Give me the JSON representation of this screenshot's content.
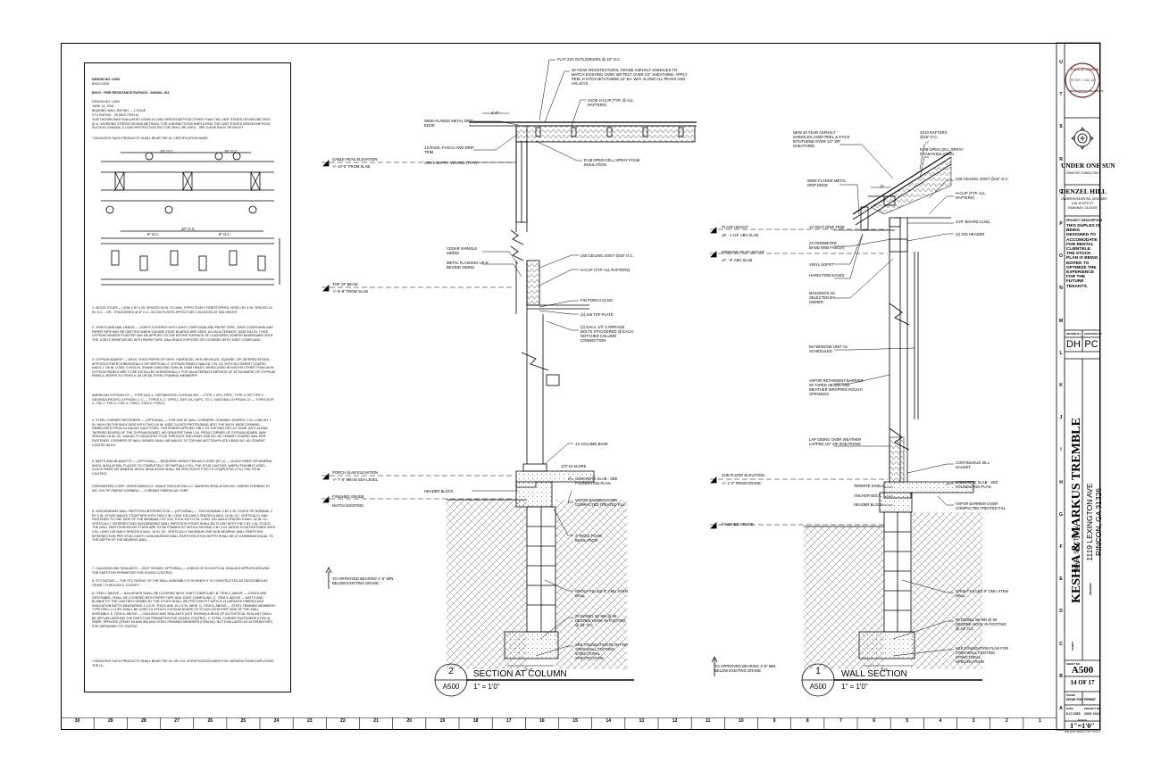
{
  "notes": {
    "design_no": "DESIGN NO. U305",
    "design_sub": "BXUV.U305",
    "category": "BXUV - FIRE RESISTANCE RATINGS - ANSI/UL 263",
    "design_no2": "DESIGN NO. U305",
    "date": "JUNE 14, 2016",
    "rating1": "BEARING WALL RATING — 1 HOUR",
    "rating2": "STC RATING - 35 (SEE ITEM 8)",
    "intro": "THIS DESIGN WAS EVALUATED USING A LOAD DESIGN METHOD OTHER THAN THE LIMIT STATES DESIGN METHOD (E.G. WORKING STRESS DESIGN METHOD). FOR JURISDICTIONS EMPLOYING THE LIMIT STATES DESIGN METHOD, SUCH AS CANADA, A LOAD RESTRICTION FACTOR SHALL BE USED - SEE GUIDE BXUV OR BXUV7",
    "indicates": "* INDICATES SUCH PRODUCTS SHALL BEAR THE UL CERTIFICATION MARK",
    "dim_16oc": "16\" O.C.",
    "dim_8oc": "8\" O.C.",
    "n1": "1. WOOD STUDS — NOM 2 BY 4 IN. SPACED 16 IN. OC MAX, EFFECTIVELY FIRESTOPPED. NOM 2 BY 4 IN. SPACED 16 IN. O.C. - OR - STAGGERED @ 8\" O.C. ON 2X6 PLATES EFFECTIVELY BLOCKED AT MID HEIGHT",
    "n2": "2. JOINTS AND NAIL HEADS — JOINTS COVERED WITH JOINT COMPOUND AND PAPER TAPE. JOINT COMPOUND AND PAPER TAPE MAY BE OMITTED WHEN SQUARE EDGE BOARDS ARE USED. AS AN ALTERNATE, NOM 3/32 IN. THICK GYPSUM VENEER PLASTER MAY BE APPLIED TO THE ENTIRE SURFACE OF CLASSIFIED VENEER BASEBOARD WITH THE JOINTS REINFORCED WITH PAPER TAPE. NAILHEADS EXPOSED OR COVERED WITH JOINT COMPOUND.",
    "n3": "3. GYPSUM BOARD* — 5/8 IN. THICK PAPER OR VINYL SURFACED, WITH BEVELED, SQUARE, OR TAPERED EDGES, APPLIED EITHER HORIZONTALLY OR VERTICALLY. GYPSUM PANELS NAILED 7 IN. OC WITH 6D CEMENT COATED NAILS 1-7/8 IN. LONG, 0.0915 IN. SHANK DIAM AND 15/64 IN. DIAM HEADS. WHEN USED IN WIDTHS OTHER THAN 48 IN., GYPSUM PANELS ARE TO BE INSTALLED HORIZONTALLY. FOR AN ALTERNATE METHOD OF ATTACHMENT OF GYPSUM PANELS, REFER TO ITEMS 6, 6A OR 6B, STEEL FRAMING MEMBERS*.",
    "n3b": "AMERICAN GYPSUM CO — TYPE AGX-1. CERTAINTEED GYPSUM INC — TYPE 1, SF3, FRPC, TYPE X OR TYPE C. GEORGIA-PACIFIC GYPSUM L L C — TYPES 5, C, GPFS1, DAP, DA, DAPC, TG-C. NATIONAL GYPSUM CO — TYPES EXP-C, FSK-1, FSK-C, FSK-G, FSW-1, FSW-C, FSW-G.",
    "n4": "4. STEEL CORNER FASTENERS — (OPTIONAL) — FOR USE AT WALL CORNERS. CHANNEL SHAPED, 2 IN. LONG BY 1 IN. HIGH ON THE BACK SIDE WITH TWO 1/8 IN. WIDE CLEATS PROTRUDING INTO THE 5/8 IN. WIDE CHANNEL, FABRICATED FROM 24 GAUGE GALV STEEL. FASTENERS APPLIED ONLY TO THE END OR CUT EDGE (NOT ALONG TAPERED EDGES) OF THE GYPSUM BOARD, NO GREATER THAN 2 IN. FROM CORNER OF GYPSUM BOARD, MAX SPACING 16 IN. OC. NAILED TO ADJACENT STUD THROUGH TAB USING ONE NO. 6D CEMENT COATED NAIL PER FASTENER. CORNERS OF WALL BOARD SHALL BE NAILED TO TOP AND BOTTOM PLATE USING NO. 6D CEMENT COATED NAILS.",
    "n5": "5. BATTS AND BLANKETS* — (OPTIONAL) — REQUIRED WHEN ITEM 8A IS USED (RC-1) — GLASS FIBER OR MINERAL WOOL INSULATION, PLACED TO COMPLETELY OR PARTIALLY FILL THE STUD CAVITIES. WHEN ITEM 8B IS USED, GLASS FIBER OR MINERAL WOOL INSULATION SHALL BE FRICTION-FITTED TO COMPLETELY FILL THE STUD CAVITIES.",
    "n5b": "CERTAINTEED CORP. JOHNS MANVILLE. KNAUF INSULATION LLC. MANSON INSULATION INC. OWENS CORNING HT INC, D/V OF OWENS CORNING — CORNING FIBERGLAS CORP.",
    "n6": "6. NON-BEARING WALL PARTITION INTERSECTION — (OPTIONAL) — TWO NOMINAL 2 BY 4 IN. STUDS OR NOMINAL 2 BY 6 IN. STUDS NAILED TOGETHER WITH TWO 3 IN. LONG 10D NAILS SPACED A MAX. 16 IN. OC. VERTICALLY AND FASTENED TO ONE SIDE OF THE MINIMUM 2 BY 4 IN. STUD WITH 3 IN. LONG 10D NAILS SPACED A MAX. 16 IN. OC. VERTICALLY. INTERSECTING NON-BEARING WALL PARTITION STUDS SHALL BE FLUSH WITH THE 2 BY 4 IN. STUDS. THE WALL PARTITION WOOD STUDS ARE TO BE FRAMED BY WITH A SECOND 2 BY 4 IN. WOOD STUD FASTENED WITH 3 IN. LONG 10D NAILS SPACED A MAX. 16 IN. OC. VERTICALLY. MAXIMUM ONE NON-BEARING WALL PARTITION INTERSECTION PER STUD CAVITY. NON-BEARING WALL PARTITION STUD DEPTH SHALL BE AT A MINIMUM EQUAL TO THE DEPTH OF THE BEARING WALL.",
    "n7": "7. CAULKING AND SEALANTS — (NOT SHOWN, OPTIONAL) — A BEAD OF ACOUSTICAL SEALANT APPLIED AROUND THE PARTITION PERIMETER FOR SOUND CONTROL.",
    "n8": "8. STC RATING — THE STC RATING OF THE WALL ASSEMBLY IS 35 WHEN IT IS CONSTRUCTED AS DESCRIBED BY ITEMS 1 THROUGH 5, EXCEPT:",
    "n8a": "A. ITEM 2, ABOVE — NAILHEADS SHALL BE COVERED WITH JOINT COMPOUND. B. ITEM 2, ABOVE — JOINTS ARE DESCRIBED, SHALL BE COVERED WITH PAPER TAPE AND JOINT COMPOUND. C. ITEM 5, ABOVE — BATTS AND BLANKETS* THE CAVITIES FORMED BY THE STUDS SHALL BE FRICTION FIT WITH R-13 UNFACED FIBERGLASS INSULATION BATTS MEASURING 3-1/2 IN. THICK AND 15-1/2 IN. WIDE. D. ITEM 6, ABOVE — STEEL FRAMING MEMBERS* TYPE RSIC-1 CLIPS SHALL BE USED TO ATTACH GYPSUM BOARD TO STUDS ON EITHER SIDE OF THE WALL ASSEMBLY. E. ITEM 6, ABOVE — CAULKING AND SEALANTS (NOT SHOWN) A BEAD OF ACOUSTICAL SEALANT SHALL BE APPLIED AROUND THE PARTITION PERIMETER FOR SOUND CONTROL. F. STEEL CORNER FASTENERS (ITEM 4), FIBER, SPRAYED (ITEMS 5A AND 5B) AND STEEL FRAMING MEMBERS (ITEM 6A), NOT EVALUATED AS ALTERNATIVES FOR OBTAINING STC RATING.",
    "n_final": "* INDICATES SUCH PRODUCTS SHALL BEAR THE UL OR CUL CERTIFICATION MARK FOR JURISDICTIONS EMPLOYING THE UL."
  },
  "section2": {
    "labels": {
      "outlookers": "FLAT 2X4 OUTLOOKERS @ 16\" O.C.",
      "shingles": "40-YEAR ARCHITECTURAL GRADE ASPHALT SHINGLES TO MATCH EXISTING OVER 30# FELT OVER 1/2\" SHEATHING. APPLY PEEL N STICK BITUTHENE 12\" EA. WAY ALONG ALL PEAKS AND VALLEYS.",
      "drip_edge": "WIDE-FLANGE METAL DRIP EDGE",
      "hclip": "H1OE H-CLIP (TYP. @ ALL RAFTERS)",
      "gable": "GABLE PEAK ELEVATION",
      "gable_dim": "+/- 10'-5\" FROM SLAB",
      "rake": "1X RAKE, FASCIA AND DRIP TRIM",
      "soffit": "VINYL SOFFIT VENTED (TYP.)",
      "r38": "R-38 OPEN-CELL SPRAY FOAM INSULATION",
      "cedar": "CEDAR SHINGLE SIDING",
      "flashing": "METAL FLASHING UP 6\" BEHIND SIDING",
      "ceiling_joist": "2X8 CEILING JOIST @16\" O.C.",
      "hclip2": "H-CLIP (TYP. ALL RAFTERS)",
      "top_beam": "TOP OF BEAM",
      "top_beam_dim": "+/- 8'-9\" FROM SLAB",
      "fin_porch": "FIN PORCH CLNG.",
      "top_plate": "(2) 2x6 TOP PLATE",
      "carriage": "(2) GALV. 1/2\" CARRIAGE BOLTS STAGGERED @ EACH NOTCHED COLUMN CONNECTION",
      "column_base": "1X COLUMN BASE",
      "slope": "1/4\":12 SLOPE",
      "porch_slab": "PORCH SLAB ELEVATION",
      "porch_slab_dim": "+/- 7'-6\" MEAN SEA LEVEL",
      "concrete_slab": "CONCRETE SLAB - SEE FOUNDATION PLAN",
      "header_block": "HEADER BLOCK",
      "vapor": "VAPOR BARRIER OVER COMPACTED TREATED FILL",
      "finished_grade": "FINISHED GRADE",
      "match_existing": "MATCH EXISTING",
      "rigid_foam": "2\" RIGID FOAM INSULATION",
      "grout": "GROUT-FILLED 8\" CMU STEM WALL",
      "dowel": "#5 DOWEL W/ 8IN @ 90 DEGREE HOOK IN FOOTING @ 24\" O.C.",
      "approved": "TO APPROVED BEARING 1'-6\" MIN. BELOW EXISTING GRADE.",
      "see_found": "SEE FOUNDATION PLAN FOR STEM WALL FOOTING STRUCTURAL SPECIFICATION",
      "dim_top": "1'-0\"",
      "dim_foot": "2'-0\""
    },
    "number": "2",
    "sheet": "A500",
    "title": "SECTION AT COLUMN",
    "scale": "1\" = 1'0\""
  },
  "section1": {
    "labels": {
      "new_shingles": "NEW 40 YEAR ASPHALT SHINGLES OVER PEEL & STICK BITUTHENE OVER 1/2\" ZIP SHEATHING",
      "rafters": "2X10 RAFTERS @16\" O.C.",
      "r38": "R-38 OPEN CELL SPRAY FOAM INSULATION",
      "drip": "WIDE FLANGE METAL DRIP EDGE",
      "ceiling_joist": "2X8 CEILING JOIST @16\" O.C.",
      "hclip": "H-CLIP (TYP. ALL RAFTERS)",
      "plate_height": "PLATE HEIGHT",
      "plate_dim": "±9' - 1 1/4\" ABV SLAB",
      "xdat": "1X XDAT DRIP TRIM",
      "perimeter": "2X PERIMETER BAND (W/B FASCIA)",
      "gyp": "GYP. BOARD CLNG.",
      "header": "(2) 2X8 HEADER",
      "window_head": "WINDOW HEAD HEIGHT",
      "window_dim": "±7' - 8\" ABV SLAB",
      "vinyl_soffit": "VINYL SOFFIT",
      "hardi": "HARDI-TRIM EAVES",
      "moldings": "MOLDINGS AS SELECTED BY OWNER",
      "dh_window": "DH WINDOW UNIT AS SCHEDULED",
      "vapor_ret": "VAPOR RETARDENT BARRIER W/ TAPED SEAMS AND WEATHER WRAPPED ROUGH OPENINGS",
      "lap": "LAP SIDING OVER WEATHER LAPPED 1/2\" ZIP SHEATHING",
      "sill": "CONTINUOUS SILL GASKET",
      "sub_floor": "SUB FLOOR ELEVATION",
      "sub_floor_dim": "+/- 1'-0\" FROM GRADE",
      "termite": "TERMITE SHIELD",
      "anchor": "ANCHOR BOLT",
      "header_block": "HEADER BLOCK",
      "concrete": "CONCRETE SLAB - SEE FOUNDATION PLAN",
      "vapor": "VAPOR BARRIER OVER COMPACTED TREATED FILL",
      "finished_grade": "FINISHED GRADE",
      "grout": "GROUT-FILLED 8\" CMU STEM WALL",
      "dowel": "#5 DOWEL W/ 8IN @ 90 DEGREE HOOK IN FOOTING @ 24\" O.C.",
      "approved": "TO APPROVED BEARING 1'-6\" MIN. BELOW EXISTING GRADE.",
      "see_found": "SEE FOUNDATION PLAN FOR STEM WALL FOOTING STRUCTURAL SPECIFICATION",
      "dim_12": "12",
      "dim_foot": "2'-0\""
    },
    "number": "1",
    "sheet": "A500",
    "title": "WALL SECTION",
    "scale": "1\" = 1'0\""
  },
  "title_block": {
    "seal_state": "STATE OF GEORGIA",
    "seal_name": "PETER T. GALLIAS",
    "seal_bottom": "REGISTERED ARCHITECT",
    "firm": "UNDER ONE SUN",
    "firm_sub": "CREATIVE CONSULTING",
    "owner": "DENZEL HILL",
    "owner_role": "OWNER/RESIDENTIAL DESIGNER",
    "owner_addr1": "1151 W 40TH ST",
    "owner_addr2": "SAVANNAH, GA 31405",
    "desc_head": "PROJECT DESCRIPTION",
    "desc": "THIS DUPLEX IS BEING DESIGNED TO ACCOMODATE FOR RENTAL CLIENTELE. THE STOCK PLAN IS BEING EDITED TO OPTIMIZE THE EXPERIENCE FOR THE FUTURE TENANTS.",
    "drawn_by_label": "DRAWN BY",
    "checked_by_label": "CHECKED BY",
    "drawn_by": "DH",
    "checked_by": "PC",
    "client_label": "CLIENT",
    "client": "KESHIA & MARKUS TREMBLE",
    "address1": "1119 LEXINGTON AVE",
    "address2": "RINCON, GA 31326",
    "drawing_label": "DRAWING",
    "drawing": "WALL SECTION",
    "sheet_no_label": "SHEET NO.",
    "sheet_no": "A500",
    "sheet_of": "14 OF 17",
    "phase_label": "PHASE:",
    "phase": "ISSUE FOR PERMIT",
    "date_label": "DATE:",
    "date": "6.17.2025",
    "project_label": "PROJECT NO:",
    "project": "2025_1013",
    "scale_label": "SCALE",
    "scale": "1\"=1'0\"",
    "footer": "FOR 11X17 SCALE: 1\"=2'0\" / FULL SCALE AS SHOWN"
  },
  "grid_rows": [
    "U",
    "T",
    "S",
    "R",
    "Q",
    "P",
    "O",
    "N",
    "M",
    "L",
    "K",
    "J",
    "I",
    "H",
    "G",
    "F",
    "E",
    "D",
    "C",
    "B",
    "A"
  ],
  "grid_cols": [
    "30",
    "29",
    "28",
    "27",
    "26",
    "25",
    "24",
    "23",
    "22",
    "21",
    "20",
    "19",
    "18",
    "17",
    "16",
    "15",
    "14",
    "13",
    "12",
    "11",
    "10",
    "9",
    "8",
    "7",
    "6",
    "5",
    "4",
    "3",
    "2",
    "1"
  ]
}
